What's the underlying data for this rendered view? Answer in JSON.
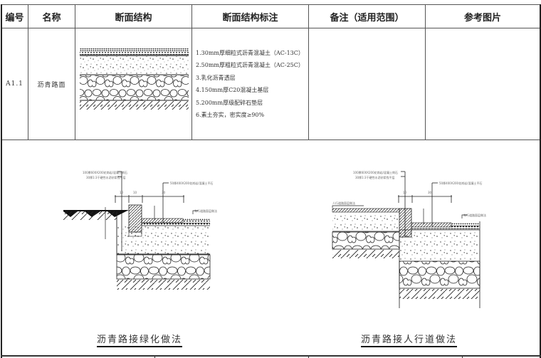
{
  "table": {
    "headers": [
      "编号",
      "名称",
      "断面结构",
      "断面结构标注",
      "备注（适用范围）",
      "参考图片"
    ],
    "rows": [
      {
        "code": "A1.1",
        "name": "沥青路面",
        "section_notes": [
          "1.30mm厚细粒式沥青混凝土（AC-13C）",
          "2.50mm厚粗粒式沥青混凝土（AC-25C）",
          "3.乳化沥青透层",
          "4.150mm厚C20混凝土基层",
          "5.200mm厚级配碎石垫层",
          "6.素土夯实，密实度≥90%"
        ],
        "remarks": "",
        "reference_image": ""
      }
    ]
  },
  "details": [
    {
      "caption": "沥青路接绿化做法",
      "labels": {
        "curb": "100厚600X200花岗岩/混凝土侧石",
        "mortar": "30厚1:3干硬性水泥砂浆找平层",
        "flat_stone": "50厚400X200花岗岩/混凝土平石",
        "road": "车行道路面层做法"
      },
      "dims": [
        "10",
        "10",
        "30"
      ]
    },
    {
      "caption": "沥青路接人行道做法",
      "labels": {
        "curb": "100厚600X200花岗岩/混凝土侧石",
        "mortar": "30厚1:3干硬性水泥砂浆找平层",
        "flat_stone": "50厚400X200花岗岩/混凝土平石",
        "sidewalk": "人行道路面层做法",
        "road": "车行道路面层做法"
      },
      "dims": [
        "10",
        "30"
      ]
    }
  ],
  "colors": {
    "line": "#333333",
    "border": "#555555"
  }
}
